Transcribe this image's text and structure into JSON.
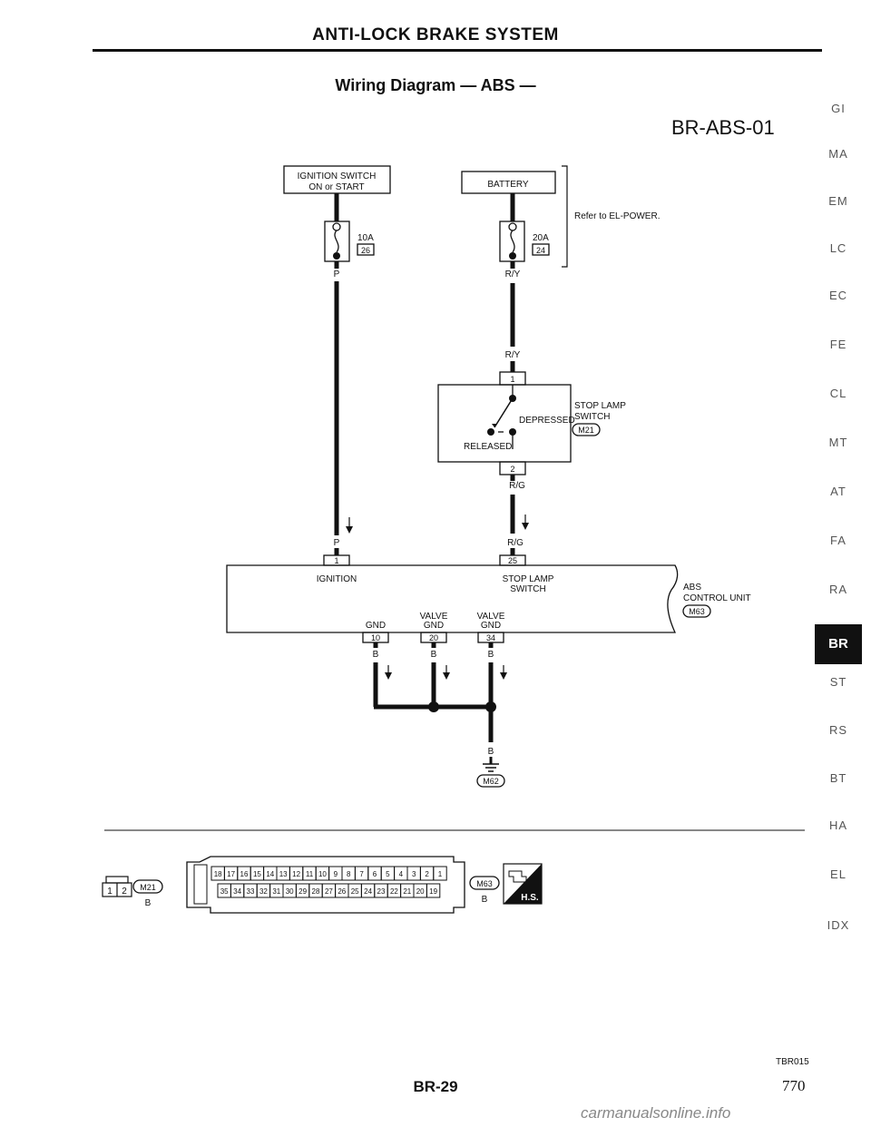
{
  "header": {
    "title": "ANTI-LOCK BRAKE SYSTEM",
    "subtitle": "Wiring Diagram — ABS —",
    "diagram_code": "BR-ABS-01"
  },
  "sidebar": {
    "items": [
      {
        "label": "GI"
      },
      {
        "label": "MA"
      },
      {
        "label": "EM"
      },
      {
        "label": "LC"
      },
      {
        "label": "EC"
      },
      {
        "label": "FE"
      },
      {
        "label": "CL"
      },
      {
        "label": "MT"
      },
      {
        "label": "AT"
      },
      {
        "label": "FA"
      },
      {
        "label": "RA"
      },
      {
        "label": "BR",
        "active": true
      },
      {
        "label": "ST"
      },
      {
        "label": "RS"
      },
      {
        "label": "BT"
      },
      {
        "label": "HA"
      },
      {
        "label": "EL"
      },
      {
        "label": "IDX"
      }
    ]
  },
  "diagram": {
    "ignition_switch": {
      "line1": "IGNITION SWITCH",
      "line2": "ON or START"
    },
    "fuse_10a": {
      "rating": "10A",
      "number": "26"
    },
    "wire_p": "P",
    "battery": "BATTERY",
    "fuse_20a": {
      "rating": "20A",
      "number": "24"
    },
    "wire_ry": "R/Y",
    "refer": "Refer to EL-POWER.",
    "stop_lamp_switch": {
      "line1": "STOP LAMP",
      "line2": "SWITCH",
      "connector": "M21",
      "pin_in": "1",
      "pin_out": "2",
      "depressed": "DEPRESSED",
      "released": "RELEASED"
    },
    "wire_rg": "R/G",
    "control_unit": {
      "line1": "ABS",
      "line2": "CONTROL UNIT",
      "connector": "M63",
      "ignition_label": "IGNITION",
      "ignition_pin": "1",
      "stop_label_1": "STOP LAMP",
      "stop_label_2": "SWITCH",
      "stop_pin": "25",
      "gnd_label": "GND",
      "gnd_pin": "10",
      "valve_label_1": "VALVE",
      "valve_label_2": "GND",
      "valve_pin_a": "20",
      "valve_pin_b": "34"
    },
    "wire_b": "B",
    "ground_connector": "M62"
  },
  "connectors": {
    "m21": {
      "pins": [
        "1",
        "2"
      ],
      "name": "M21",
      "color": "B"
    },
    "m63": {
      "row_top": [
        "18",
        "17",
        "16",
        "15",
        "14",
        "13",
        "12",
        "11",
        "10",
        "9",
        "8",
        "7",
        "6",
        "5",
        "4",
        "3",
        "2",
        "1"
      ],
      "row_bottom": [
        "35",
        "34",
        "33",
        "32",
        "31",
        "30",
        "29",
        "28",
        "27",
        "26",
        "25",
        "24",
        "23",
        "22",
        "21",
        "20",
        "19"
      ],
      "name": "M63",
      "color": "B",
      "badge": "H.S."
    }
  },
  "footer": {
    "figure_code": "TBR015",
    "page": "BR-29",
    "page_number": "770",
    "watermark": "carmanualsonline.info"
  }
}
